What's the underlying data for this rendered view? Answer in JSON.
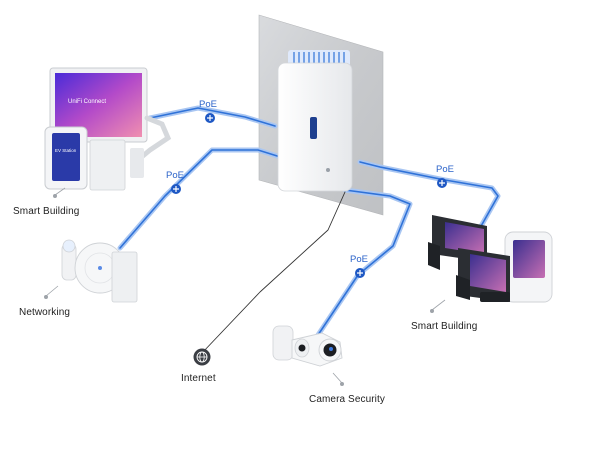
{
  "labels": {
    "smart_building_left": "Smart Building",
    "networking": "Networking",
    "internet": "Internet",
    "camera_security": "Camera Security",
    "smart_building_right": "Smart Building"
  },
  "poe": {
    "top": "PoE",
    "left": "PoE",
    "right": "PoE",
    "camera": "PoE"
  },
  "screens": {
    "monitor_text": "UniFi Connect",
    "tablet_text": "EV Station"
  },
  "colors": {
    "cable": "#2f72d8",
    "cable_light": "#a9c6f2",
    "badge": "#1e58c4",
    "wall": "#cfd1d4",
    "device": "#f4f5f7",
    "phone": "#2b2e33"
  }
}
